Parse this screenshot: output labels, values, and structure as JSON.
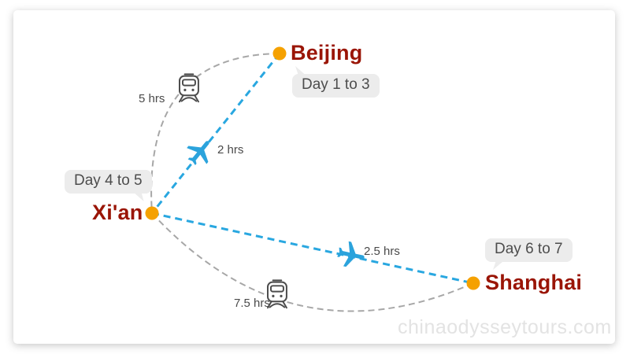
{
  "diagram": {
    "type": "travel-route-map",
    "cities": [
      {
        "name": "Beijing",
        "days": "Day 1 to 3"
      },
      {
        "name": "Xi'an",
        "days": "Day 4 to 5"
      },
      {
        "name": "Shanghai",
        "days": "Day 6 to 7"
      }
    ],
    "legs": [
      {
        "from": "Beijing",
        "to": "Xi'an",
        "mode": "train",
        "duration": "5 hrs"
      },
      {
        "from": "Beijing",
        "to": "Xi'an",
        "mode": "flight",
        "duration": "2 hrs"
      },
      {
        "from": "Xi'an",
        "to": "Shanghai",
        "mode": "flight",
        "duration": "2.5 hrs"
      },
      {
        "from": "Xi'an",
        "to": "Shanghai",
        "mode": "train",
        "duration": "7.5 hrs"
      }
    ],
    "watermark": "chinaodysseytours.com",
    "colors": {
      "city_dot": "#F5A100",
      "city_label": "#9A1506",
      "flight_route": "#29A7E0",
      "train_route": "#A7A7A7",
      "bubble_bg": "#ECECEC",
      "bubble_text": "#4D4D4D",
      "duration_text": "#4A4A4A",
      "watermark": "#E3E3E3"
    }
  }
}
